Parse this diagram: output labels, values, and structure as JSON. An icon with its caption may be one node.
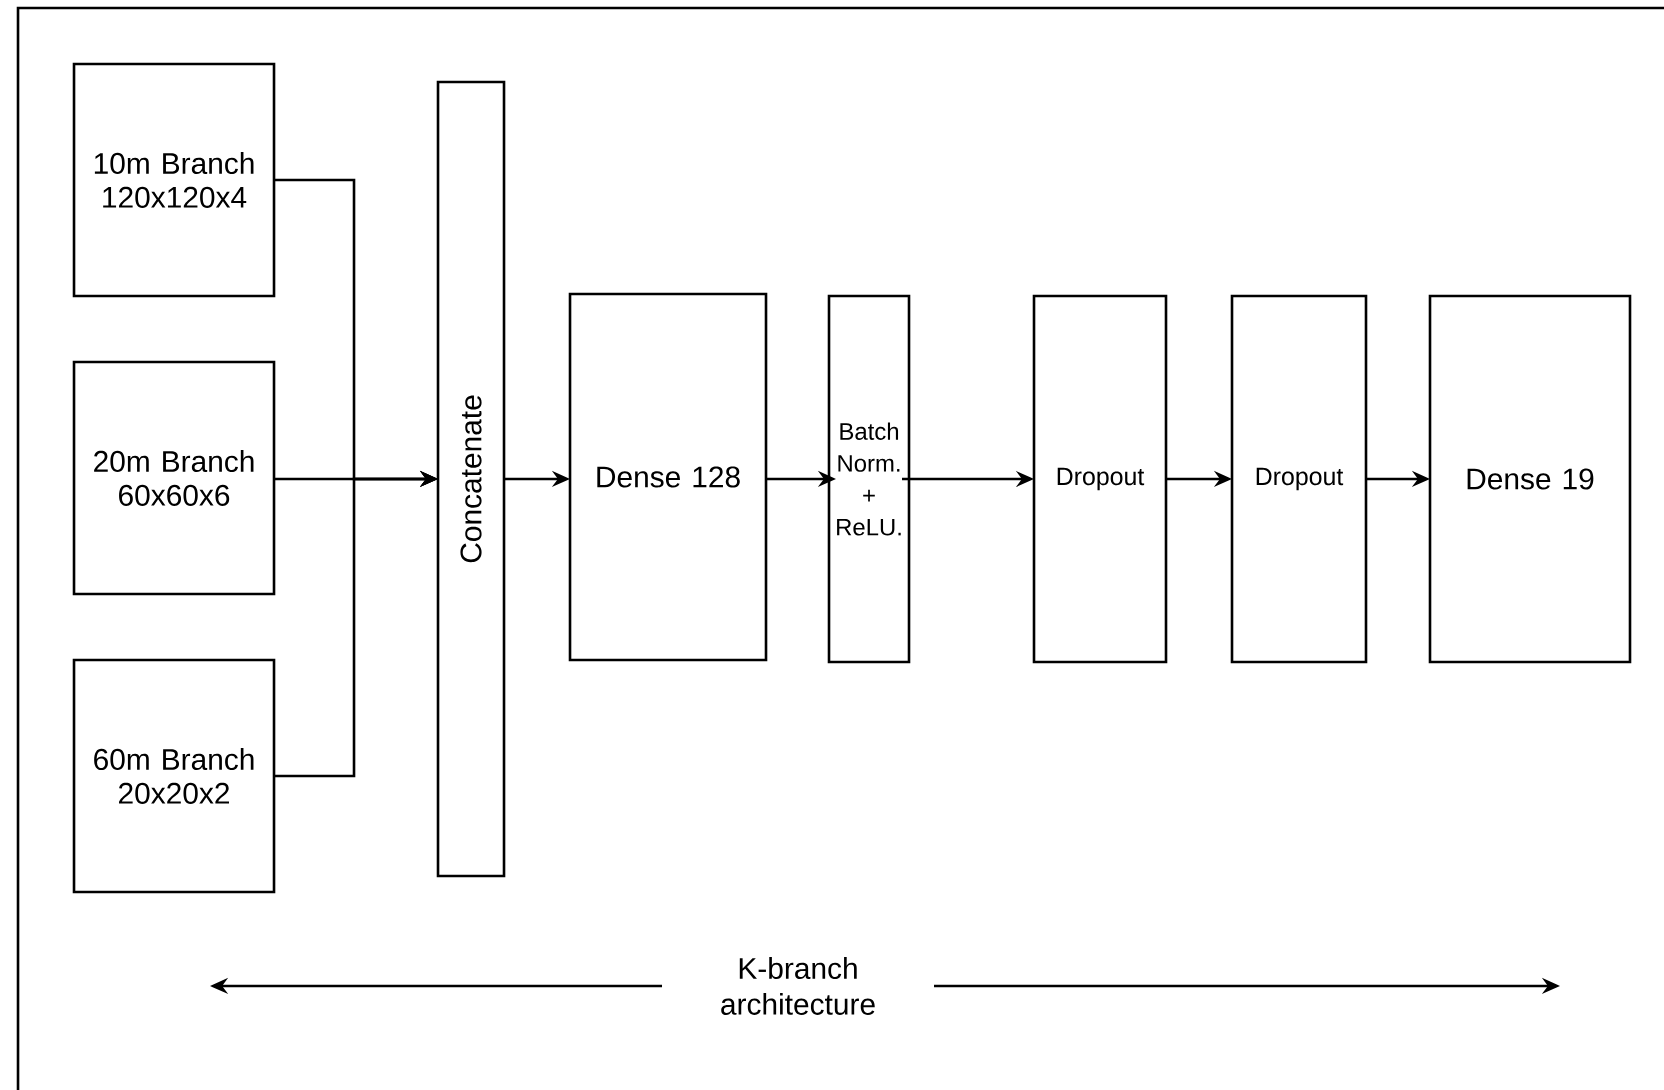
{
  "diagram": {
    "nodes": [
      {
        "text": [
          "10m Branch 120x120x4"
        ]
      },
      {
        "text": [
          "20m Branch 60x60x6"
        ]
      },
      {
        "text": [
          "60m Branch 20x20x2"
        ]
      },
      {
        "text": [
          "Concatenate"
        ]
      },
      {
        "text": [
          "Dense 128"
        ]
      },
      {
        "text": [
          "Batch Norm. + ReLU."
        ]
      },
      {
        "text": [
          "Dropout"
        ]
      },
      {
        "text": [
          "Dropout"
        ]
      },
      {
        "text": [
          "Dense 19"
        ]
      }
    ],
    "edges": [
      {
        "from": 0,
        "to": 3,
        "arrow": "to"
      },
      {
        "from": 1,
        "to": 3,
        "arrow": "to"
      },
      {
        "from": 2,
        "to": 3,
        "arrow": "to"
      },
      {
        "from": 3,
        "to": 4,
        "arrow": "to"
      },
      {
        "from": 4,
        "to": 5,
        "arrow": "to"
      },
      {
        "from": 5,
        "to": 6,
        "arrow": "to"
      },
      {
        "from": 6,
        "to": 7,
        "arrow": "to"
      },
      {
        "from": 7,
        "to": 8,
        "arrow": "to"
      }
    ],
    "labels": [
      "K-branch architecture"
    ]
  }
}
